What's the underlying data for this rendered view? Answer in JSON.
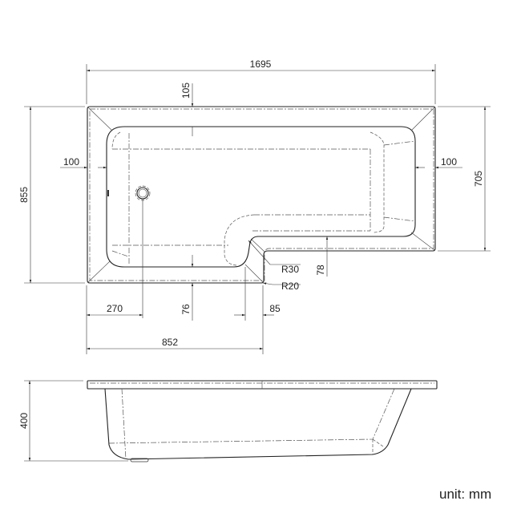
{
  "top_view": {
    "dimensions": {
      "overall_length": "1695",
      "rim_top": "105",
      "rim_left": "100",
      "rim_right": "100",
      "overall_width": "855",
      "narrow_width": "705",
      "radius_inner": "R30",
      "radius_outer": "R20",
      "step_depth": "78",
      "rim_bottom": "76",
      "waste_offset": "270",
      "step_offset": "85",
      "wide_section_length": "852"
    }
  },
  "side_view": {
    "dimensions": {
      "height": "400"
    }
  },
  "unit_label": "unit: mm"
}
